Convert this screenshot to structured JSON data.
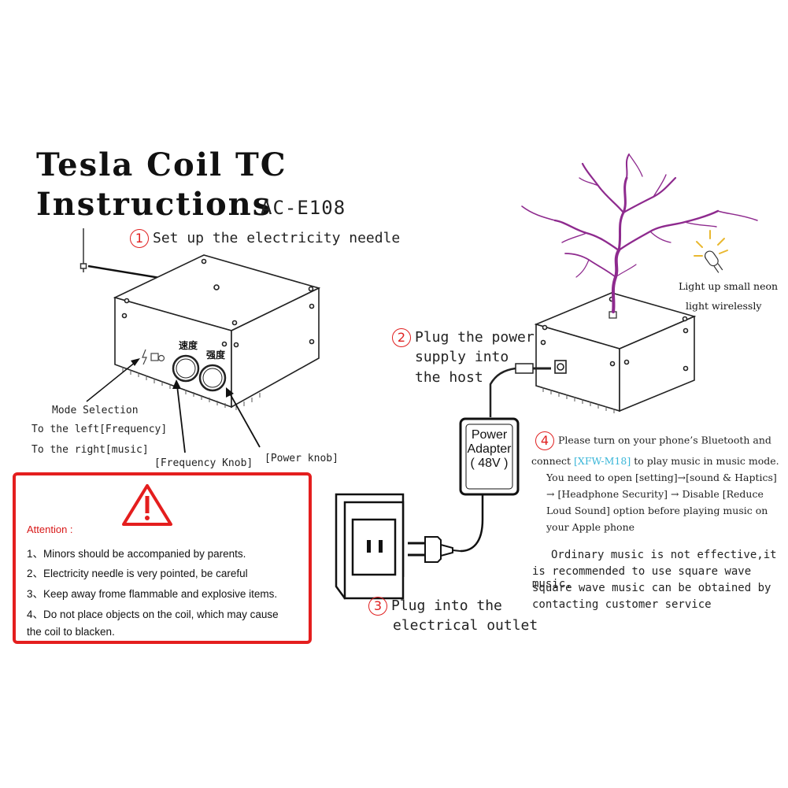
{
  "title_line1": "Tesla Coil TC",
  "title_line2": "Instructions",
  "model": "AC-E108",
  "step1": {
    "num": "1",
    "text": "Set up the electricity needle"
  },
  "step2": {
    "num": "2",
    "line1": "Plug the power",
    "line2": "supply into",
    "line3": "the host"
  },
  "step3": {
    "num": "3",
    "line1": "Plug into the",
    "line2": "electrical outlet"
  },
  "step4": {
    "num": "4",
    "line1": "Please turn on your phone’s Bluetooth and",
    "line2_pre": "connect",
    "device": "[XFW-M18]",
    "line2_post": "to play music in music mode.",
    "line3": "You need to open [setting]→[sound & Haptics]",
    "line4": "→ [Headphone Security] → Disable [Reduce",
    "line5": "Loud Sound] option before playing music on",
    "line6": "your Apple phone"
  },
  "ordinary": {
    "line1": "Ordinary music is not effective,it",
    "line2": "is recommended to use square wave music.",
    "line3": "square wave music can be obtained by",
    "line4": "contacting customer service"
  },
  "mode": {
    "line1": "Mode Selection",
    "line2": "To the left[Frequency]",
    "line3": "To the right[music]"
  },
  "frequency_knob": "[Frequency Knob]",
  "power_knob": "[Power knob]",
  "neon": {
    "line1": "Light up small neon",
    "line2": "light wirelessly"
  },
  "knob_label_speed": "速度",
  "knob_label_strength": "强度",
  "adapter": {
    "line1": "Power",
    "line2": "Adapter",
    "line3": "( 48V )"
  },
  "attention": {
    "title": "Attention :",
    "items": [
      "1、Minors should be accompanied by parents.",
      "2、Electricity needle is very pointed, be careful",
      "3、Keep away frome flammable and explosive items.",
      "4、Do not place objects on the coil, which may cause",
      "the coil to blacken."
    ]
  },
  "colors": {
    "accent_red": "#e41e1e",
    "arc_purple": "#8e2a8e",
    "link_cyan": "#3ab6d8"
  }
}
